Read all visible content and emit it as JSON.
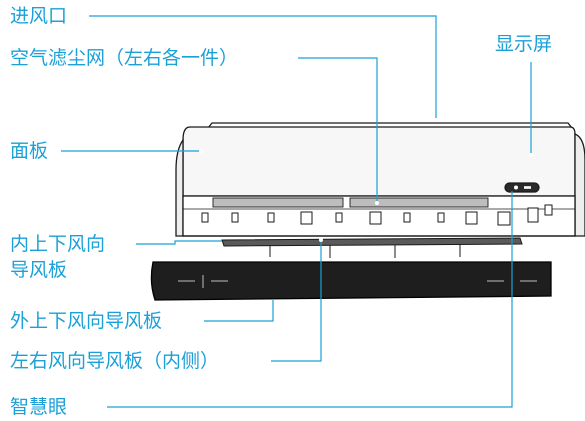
{
  "colors": {
    "label": "#1ba0d8",
    "leader": "#1ba0d8",
    "outline": "#1a1a1a",
    "panel_fill": "#f7f7f7",
    "filter_fill": "#bdbdbd",
    "louver_fill": "#5a5a5a",
    "grille_fill": "#1e1e1e"
  },
  "labels": {
    "air_inlet": "进风口",
    "air_filter": "空气滤尘网（左右各一件）",
    "display": "显示屏",
    "panel": "面板",
    "inner_louver_line1": "内上下风向",
    "inner_louver_line2": "导风板",
    "outer_louver": "外上下风向导风板",
    "side_louver": "左右风向导风板（内侧）",
    "smart_eye": "智慧眼"
  }
}
